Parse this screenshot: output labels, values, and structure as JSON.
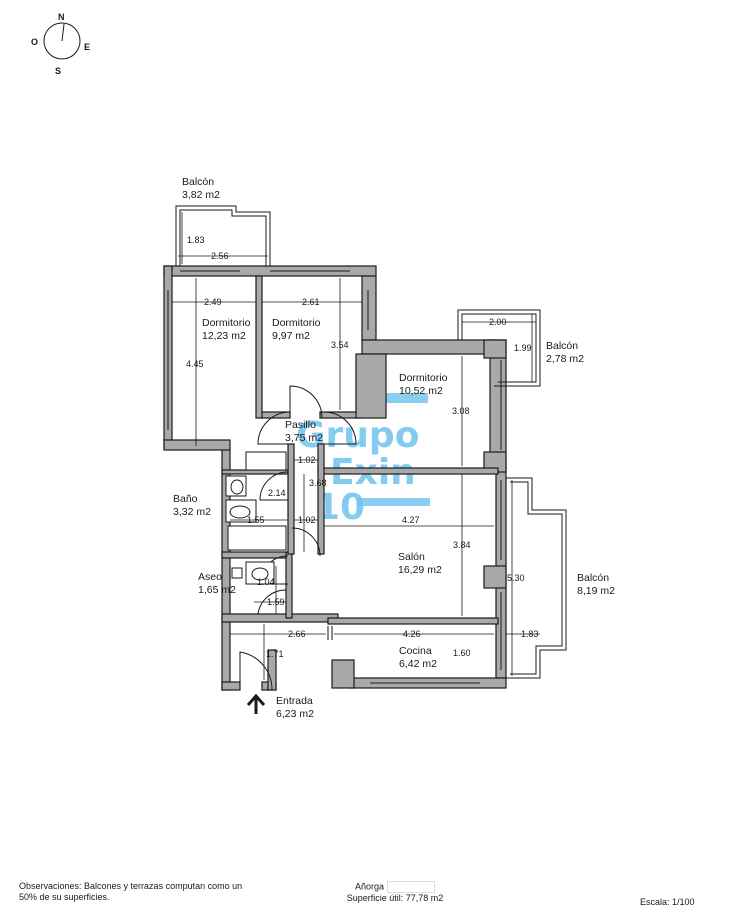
{
  "compass": {
    "n": "N",
    "s": "S",
    "e": "E",
    "o": "O"
  },
  "rooms": {
    "balcon_top": {
      "name": "Balcón",
      "area": "3,82 m2"
    },
    "dorm1": {
      "name": "Dormitorio",
      "area": "12,23 m2"
    },
    "dorm2": {
      "name": "Dormitorio",
      "area": "9,97 m2"
    },
    "dorm3": {
      "name": "Dormitorio",
      "area": "10,52 m2"
    },
    "balcon_right": {
      "name": "Balcón",
      "area": "2,78 m2"
    },
    "pasillo": {
      "name": "Pasillo",
      "area": "3,75 m2"
    },
    "bano": {
      "name": "Baño",
      "area": "3,32 m2"
    },
    "salon": {
      "name": "Salón",
      "area": "16,29 m2"
    },
    "balcon_big": {
      "name": "Balcón",
      "area": "8,19 m2"
    },
    "aseo": {
      "name": "Aseo",
      "area": "1,65 m2"
    },
    "cocina": {
      "name": "Cocina",
      "area": "6,42 m2"
    },
    "entrada": {
      "name": "Entrada",
      "area": "6,23 m2"
    }
  },
  "dimensions": {
    "d183a": "1.83",
    "d256": "2.56",
    "d249": "2.49",
    "d261": "2.61",
    "d445": "4.45",
    "d354": "3.54",
    "d200": "2.00",
    "d199": "1.99",
    "d308": "3.08",
    "d102a": "1.02",
    "d214": "2.14",
    "d368": "3.68",
    "d155": "1.55",
    "d102b": "1.02",
    "d427": "4.27",
    "d384": "3.84",
    "d530": "5.30",
    "d104": "1.04",
    "d159": "1.59",
    "d266": "2.66",
    "d426": "4.26",
    "d183b": "1.83",
    "d171": "1.71",
    "d160": "1.60"
  },
  "watermark": {
    "line1": "Grupo",
    "line2": "Exin",
    "line3": "10"
  },
  "footer": {
    "observaciones": "Observaciones: Balcones y terrazas computan como un 50% de su superficies.",
    "anorga": "Añorga",
    "superficie": "Superficie útil: 77,78 m2",
    "escala": "Escala: 1/100"
  },
  "colors": {
    "wall": "#a9a9a9",
    "watermark": "#6fc2ee",
    "ink": "#1a1a1a"
  }
}
